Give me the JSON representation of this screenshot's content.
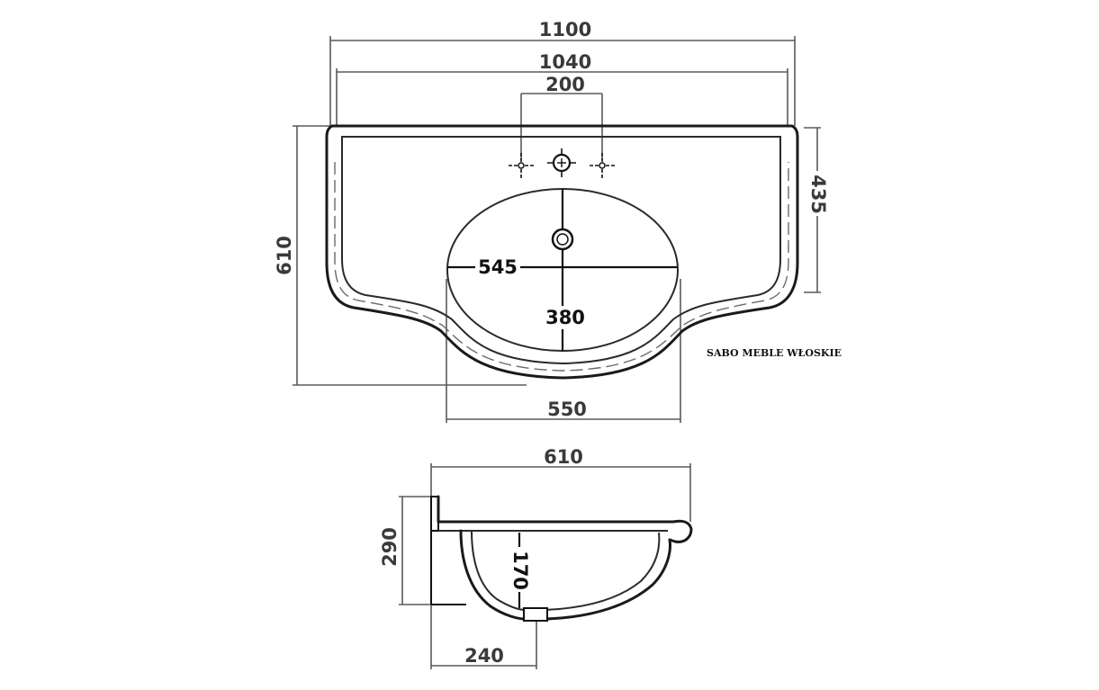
{
  "top_view": {
    "width_overall": "1100",
    "width_inner": "1040",
    "tap_spacing": "200",
    "depth_overall": "610",
    "depth_side": "435",
    "bowl_width": "545",
    "bowl_depth": "380",
    "front_width": "550"
  },
  "side_view": {
    "depth": "610",
    "height": "290",
    "bowl_height": "170",
    "drain_offset": "240"
  },
  "brand": "SABO MEBLE WŁOSKIE"
}
